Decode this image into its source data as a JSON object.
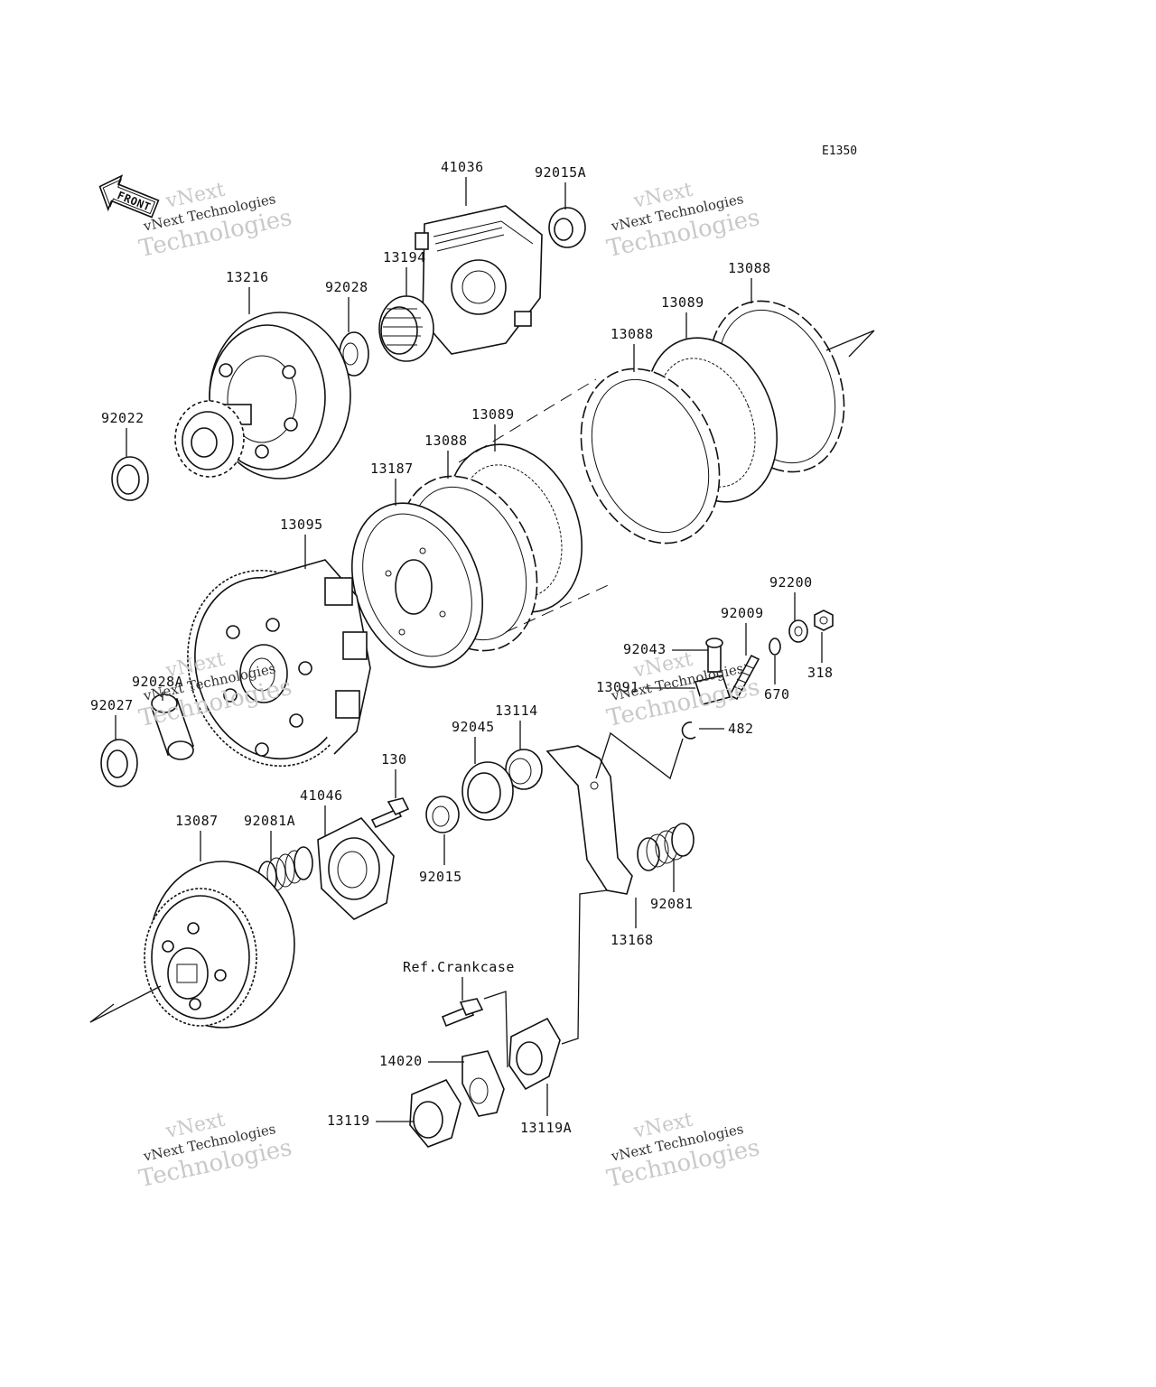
{
  "diagram_code": "E1350",
  "front_arrow_label": "FRONT",
  "reference_label": "Ref.Crankcase",
  "watermark": {
    "line1": "vNext",
    "line2": "vNext Technologies",
    "line3": "Technologies"
  },
  "parts": [
    {
      "id": "41036"
    },
    {
      "id": "92015A"
    },
    {
      "id": "13194"
    },
    {
      "id": "92028"
    },
    {
      "id": "13216"
    },
    {
      "id": "13088"
    },
    {
      "id": "13089"
    },
    {
      "id": "13088"
    },
    {
      "id": "92022"
    },
    {
      "id": "13089"
    },
    {
      "id": "13088"
    },
    {
      "id": "13187"
    },
    {
      "id": "13095"
    },
    {
      "id": "92200"
    },
    {
      "id": "92009"
    },
    {
      "id": "92043"
    },
    {
      "id": "318"
    },
    {
      "id": "13091"
    },
    {
      "id": "670"
    },
    {
      "id": "92028A"
    },
    {
      "id": "92027"
    },
    {
      "id": "13114"
    },
    {
      "id": "482"
    },
    {
      "id": "92045"
    },
    {
      "id": "130"
    },
    {
      "id": "41046"
    },
    {
      "id": "13087"
    },
    {
      "id": "92081A"
    },
    {
      "id": "92015"
    },
    {
      "id": "92081"
    },
    {
      "id": "13168"
    },
    {
      "id": "14020"
    },
    {
      "id": "13119"
    },
    {
      "id": "13119A"
    }
  ]
}
